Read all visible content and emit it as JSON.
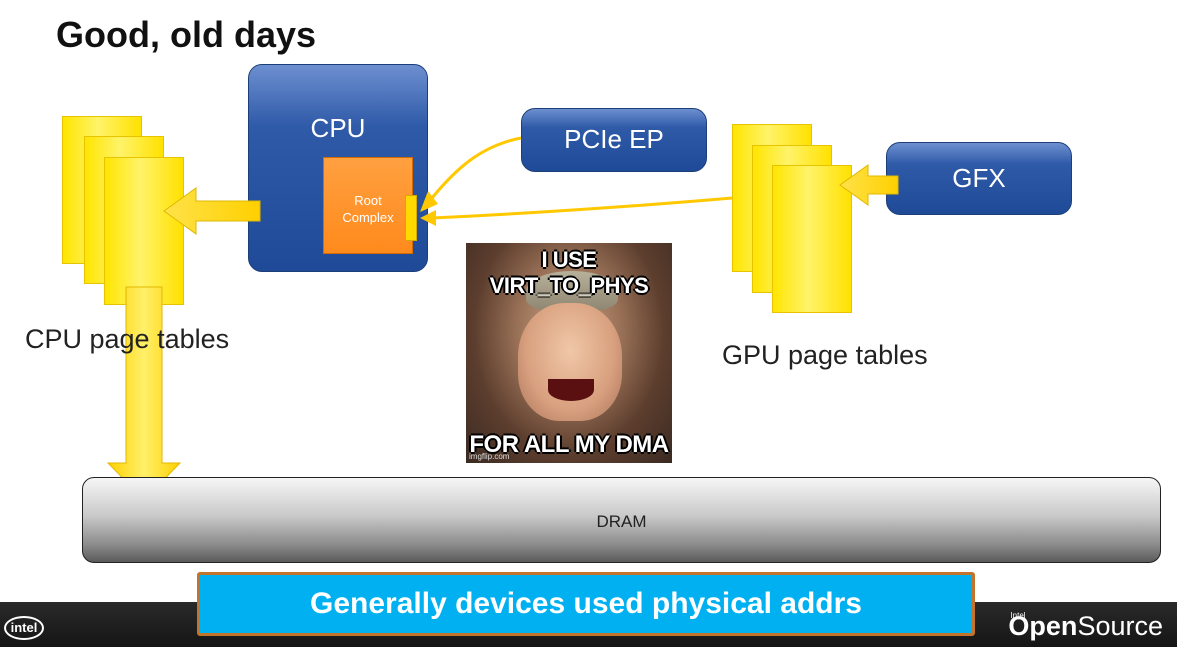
{
  "slide": {
    "title": "Good, old days",
    "cpu": {
      "label": "CPU",
      "root_complex": [
        "Root",
        "Complex"
      ]
    },
    "pcie": {
      "label": "PCIe EP"
    },
    "gfx": {
      "label": "GFX"
    },
    "cpu_caption": "CPU page tables",
    "gpu_caption": "GPU page tables",
    "dram": {
      "label": "DRAM"
    },
    "meme": {
      "top": "I USE VIRT_TO_PHYS",
      "bottom": "FOR ALL MY DMA",
      "watermark": "imgflip.com"
    },
    "banner": "Generally devices used physical addrs",
    "footer": {
      "brand_intel": "Intel",
      "brand_open": "Open",
      "brand_source": "Source",
      "logo": "intel"
    }
  },
  "colors": {
    "page_table": "#ffe500",
    "blue_box": "#1e4a98",
    "root_complex": "#ff8a1c",
    "banner_fill": "#00b0f0",
    "banner_border": "#c0742c",
    "arrow": "#ffd000"
  }
}
